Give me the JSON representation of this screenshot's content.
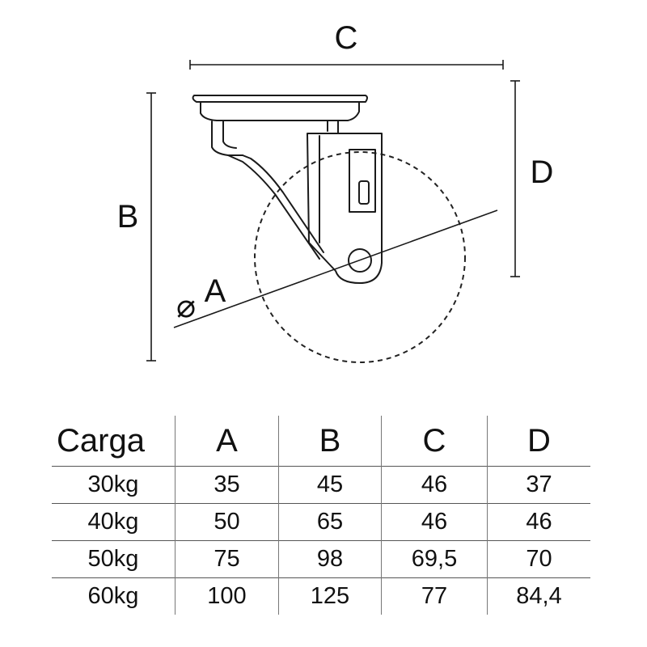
{
  "diagram": {
    "labels": {
      "c": "C",
      "b": "B",
      "d": "D",
      "a_symbol": "⌀",
      "a": "A"
    },
    "icons": [
      "swivel-caster-icon"
    ]
  },
  "table": {
    "headers": [
      "Carga",
      "A",
      "B",
      "C",
      "D"
    ],
    "rows": [
      [
        "30kg",
        "35",
        "45",
        "46",
        "37"
      ],
      [
        "40kg",
        "50",
        "65",
        "46",
        "46"
      ],
      [
        "50kg",
        "75",
        "98",
        "69,5",
        "70"
      ],
      [
        "60kg",
        "100",
        "125",
        "77",
        "84,4"
      ]
    ]
  }
}
